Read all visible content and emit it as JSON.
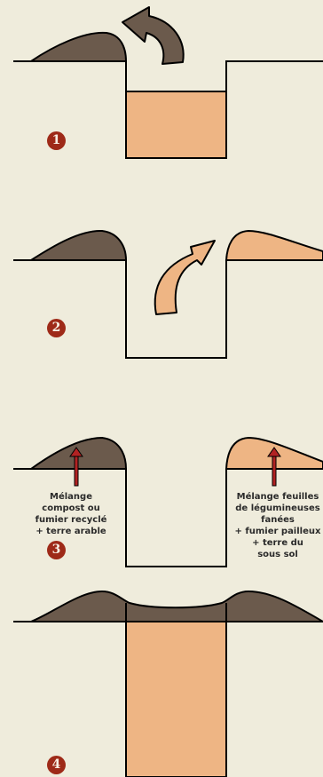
{
  "steps": [
    "1",
    "2",
    "3",
    "4"
  ],
  "labels": {
    "left": [
      "Mélange",
      "compost ou",
      "fumier recyclé",
      "+ terre arable"
    ],
    "right": [
      "Mélange feuilles",
      "de légumineuses",
      "fanées",
      "+ fumier pailleux",
      "+ terre du",
      "sous sol"
    ]
  },
  "colors": {
    "background": "#efecdc",
    "topsoil": "#6b5a4c",
    "subsoil": "#eeb584",
    "line": "#000000",
    "badge": "#9e2a18",
    "arrow_red": "#b22222"
  }
}
